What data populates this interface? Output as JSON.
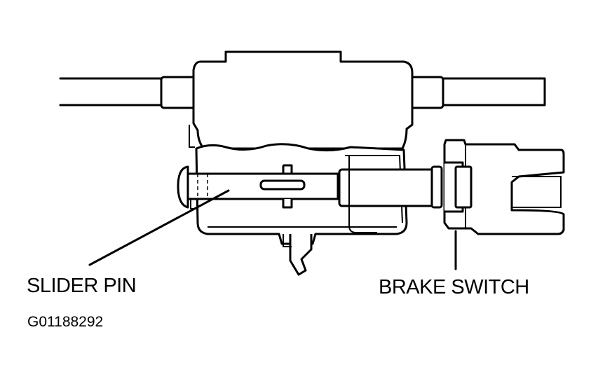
{
  "labels": {
    "slider_pin": "SLIDER PIN",
    "brake_switch": "BRAKE SWITCH",
    "figure_code": "G01188292"
  },
  "colors": {
    "line": "#000000",
    "background": "#ffffff"
  }
}
